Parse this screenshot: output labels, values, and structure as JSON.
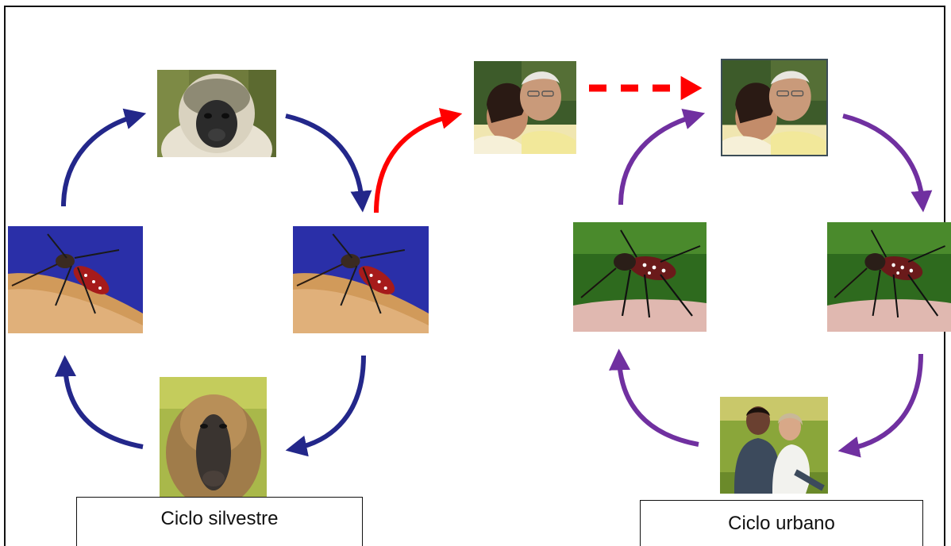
{
  "labels": {
    "sylvatic": "Ciclo silvestre",
    "urban": "Ciclo urbano"
  },
  "colors": {
    "sylvatic_arrow": "#23278a",
    "urban_arrow": "#7030a0",
    "spillover_arrow": "#ff0000",
    "border": "#111111"
  },
  "nodes": [
    {
      "id": "monkey-top",
      "kind": "monkey-photo"
    },
    {
      "id": "mosquito-left",
      "kind": "mosquito-photo"
    },
    {
      "id": "mosquito-center",
      "kind": "mosquito-photo"
    },
    {
      "id": "baboon-bottom",
      "kind": "baboon-photo"
    },
    {
      "id": "couple-top",
      "kind": "elderly-couple-photo"
    },
    {
      "id": "couple-top-right",
      "kind": "elderly-couple-photo"
    },
    {
      "id": "mosquito-urban-left",
      "kind": "mosquito-photo"
    },
    {
      "id": "mosquito-urban-right",
      "kind": "mosquito-photo"
    },
    {
      "id": "couple-bottom",
      "kind": "young-couple-photo"
    }
  ]
}
